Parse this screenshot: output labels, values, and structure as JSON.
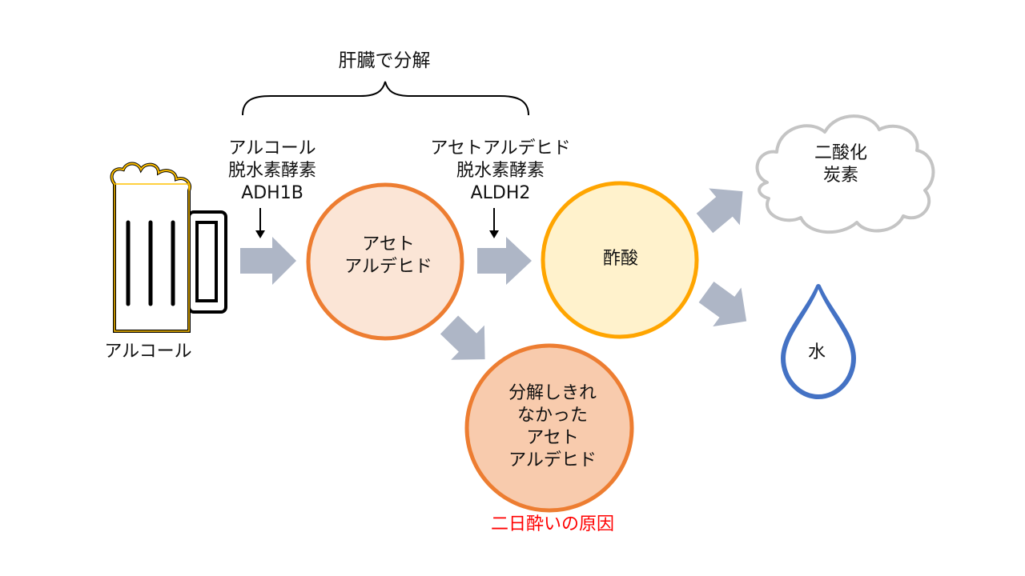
{
  "title": "肝臓で分解",
  "enzyme1": "アルコール\n脱水素酵素\nADH1B",
  "enzyme2": "アセトアルデヒド\n脱水素酵素\nALDH2",
  "beer_label": "アルコール",
  "acetaldehyde": "アセト\nアルデヒド",
  "acetic_acid": "酢酸",
  "co2": "二酸化\n炭素",
  "water": "水",
  "residual": "分解しきれ\nなかった\nアセト\nアルデヒド",
  "hangover": "二日酔いの原因",
  "colors": {
    "arrow": "#aeb6c6",
    "acetaldehyde_fill": "#fbe5d6",
    "acetaldehyde_stroke": "#ed7d31",
    "acetic_fill": "#fff2cc",
    "acetic_stroke": "#ffa500",
    "residual_fill": "#f8cbad",
    "cloud_stroke": "#c0c0c0",
    "water_stroke": "#4472c4",
    "beer_outline": "#ffc000",
    "hangover_text": "#ff0000"
  },
  "icons": {
    "beer": "beer-mug-icon",
    "cloud": "cloud-icon",
    "water": "water-drop-icon"
  }
}
